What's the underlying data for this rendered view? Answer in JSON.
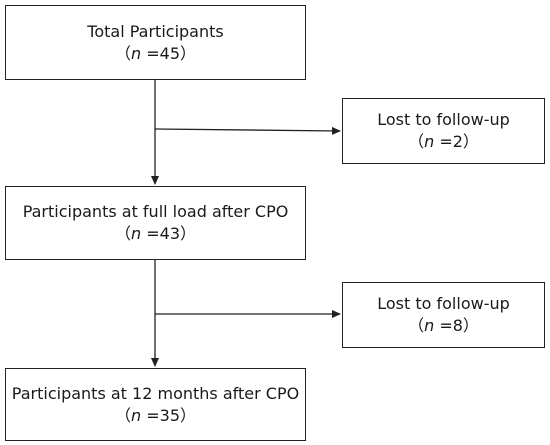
{
  "boxes": {
    "total": {
      "label": "Total Participants",
      "n_open": "（",
      "n_var": "n",
      "n_rest": " =45）"
    },
    "lost1": {
      "label": "Lost to follow-up",
      "n_open": "（",
      "n_var": "n",
      "n_rest": " =2）"
    },
    "full": {
      "label": "Participants at full load after CPO",
      "n_open": "（",
      "n_var": "n",
      "n_rest": " =43）"
    },
    "lost2": {
      "label": "Lost to follow-up",
      "n_open": "（",
      "n_var": "n",
      "n_rest": " =8）"
    },
    "twelve": {
      "label": "Participants at 12 months after CPO",
      "n_open": "（",
      "n_var": "n",
      "n_rest": " =35）"
    }
  }
}
